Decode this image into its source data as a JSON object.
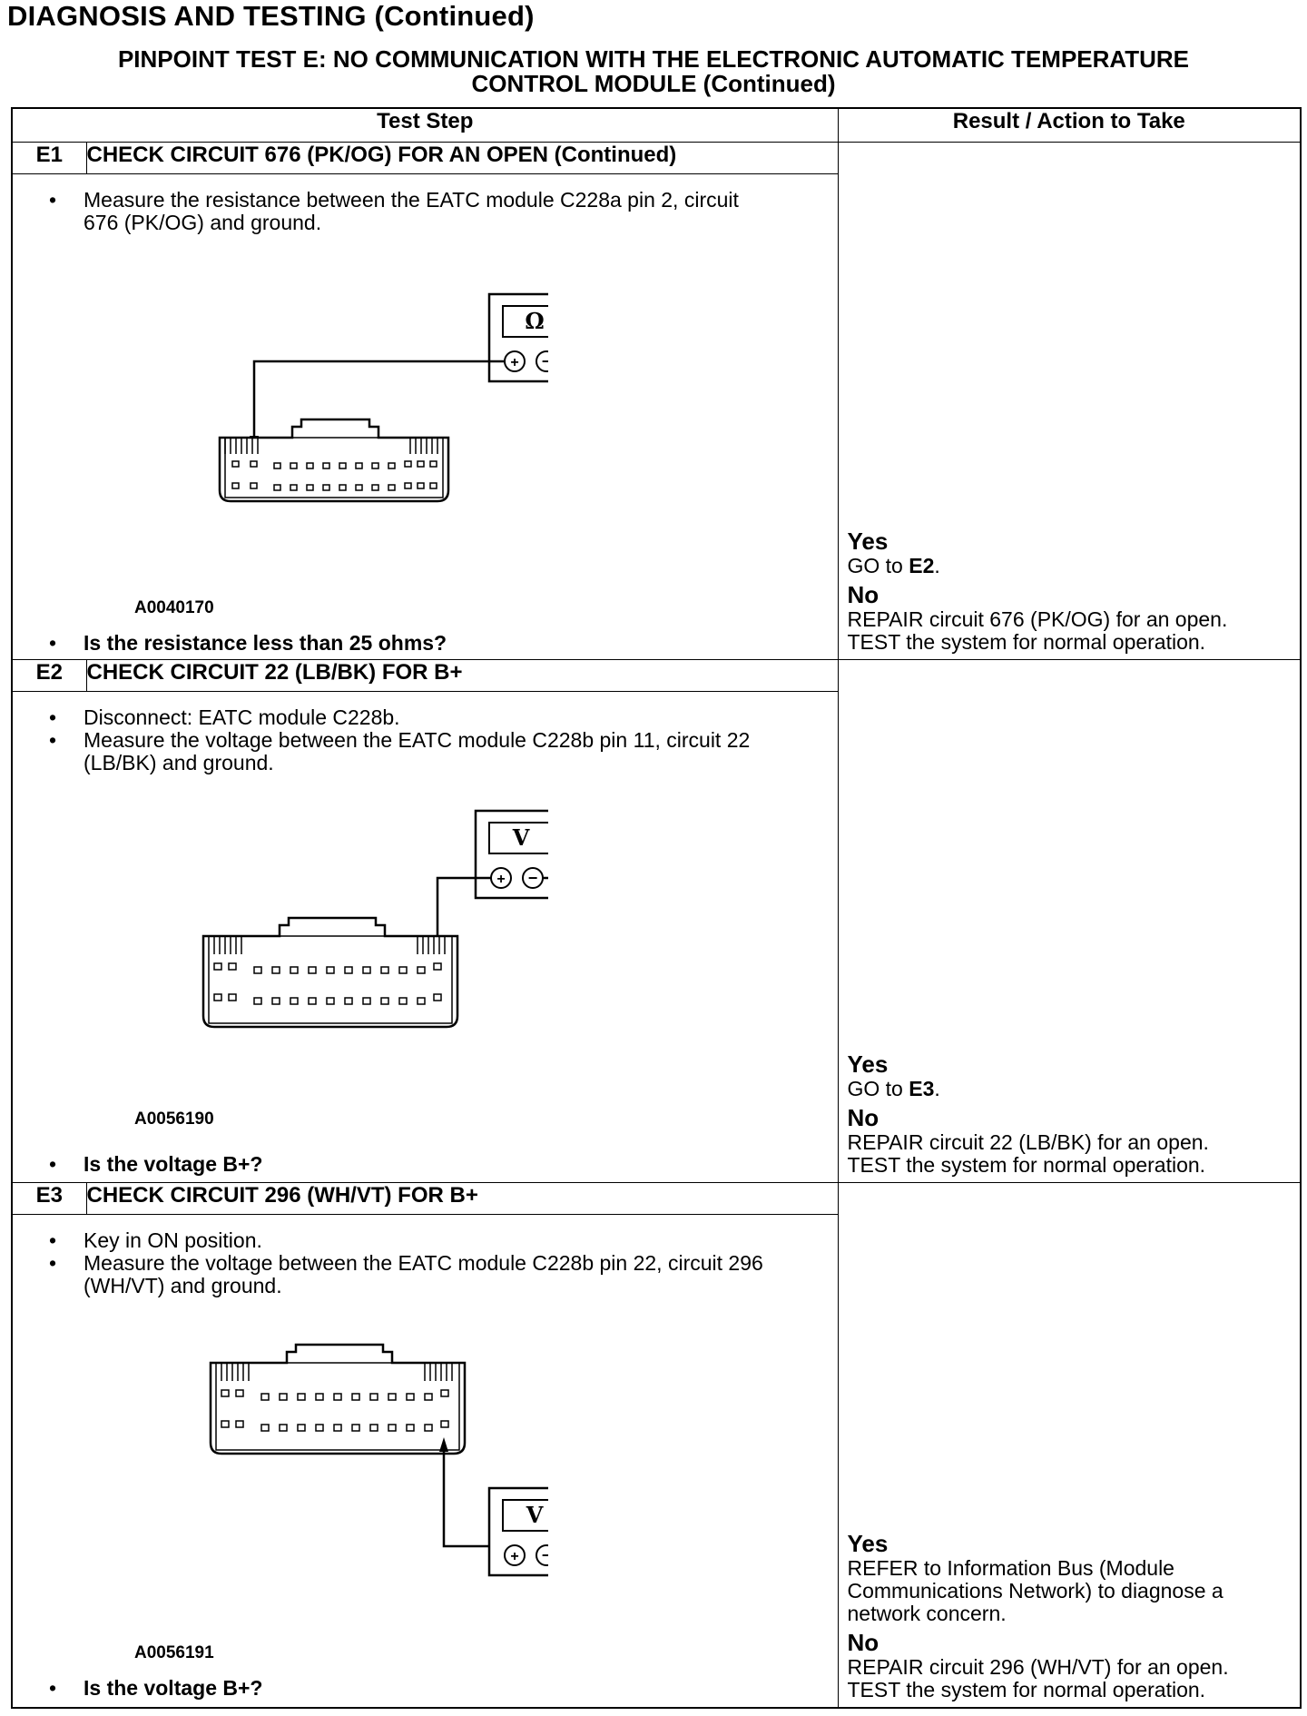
{
  "page_title": "DIAGNOSIS AND TESTING (Continued)",
  "test_title_line1": "PINPOINT TEST  E: NO COMMUNICATION WITH THE ELECTRONIC AUTOMATIC TEMPERATURE",
  "test_title_line2": "CONTROL MODULE (Continued)",
  "table": {
    "col_step": "Test Step",
    "col_result": "Result / Action to Take"
  },
  "steps": [
    {
      "id": "E1",
      "title": "CHECK CIRCUIT 676 (PK/OG) FOR AN OPEN (Continued)",
      "bullets": [
        "Measure the resistance between the EATC module C228a pin 2, circuit 676 (PK/OG) and ground."
      ],
      "meter_symbol": "Ω",
      "figure_id": "A0040170",
      "question": "Is the resistance less than 25 ohms?",
      "yes_label": "Yes",
      "yes_text_pre": "GO to ",
      "yes_text_bold": "E2",
      "yes_text_post": ".",
      "no_label": "No",
      "no_line1": "REPAIR circuit 676 (PK/OG) for an open.",
      "no_line2": "TEST the system for normal operation."
    },
    {
      "id": "E2",
      "title": "CHECK CIRCUIT 22 (LB/BK) FOR B+",
      "bullets": [
        "Disconnect: EATC module C228b.",
        "Measure the voltage between the EATC module C228b pin 11, circuit 22 (LB/BK) and ground."
      ],
      "meter_symbol": "V",
      "figure_id": "A0056190",
      "question": "Is the voltage B+?",
      "yes_label": "Yes",
      "yes_text_pre": "GO to ",
      "yes_text_bold": "E3",
      "yes_text_post": ".",
      "no_label": "No",
      "no_line1": "REPAIR circuit 22 (LB/BK) for an open.",
      "no_line2": "TEST the system for normal operation."
    },
    {
      "id": "E3",
      "title": "CHECK CIRCUIT 296 (WH/VT) FOR B+",
      "bullets": [
        "Key in ON position.",
        "Measure the voltage between the EATC module C228b pin 22, circuit 296 (WH/VT) and ground."
      ],
      "meter_symbol": "V",
      "figure_id": "A0056191",
      "question": "Is the voltage B+?",
      "yes_label": "Yes",
      "yes_line1": "REFER to Information Bus (Module",
      "yes_line2": "Communications Network) to diagnose a",
      "yes_line3": "network concern.",
      "no_label": "No",
      "no_line1": "REPAIR circuit 296 (WH/VT) for an open.",
      "no_line2": "TEST the system for normal operation."
    }
  ]
}
